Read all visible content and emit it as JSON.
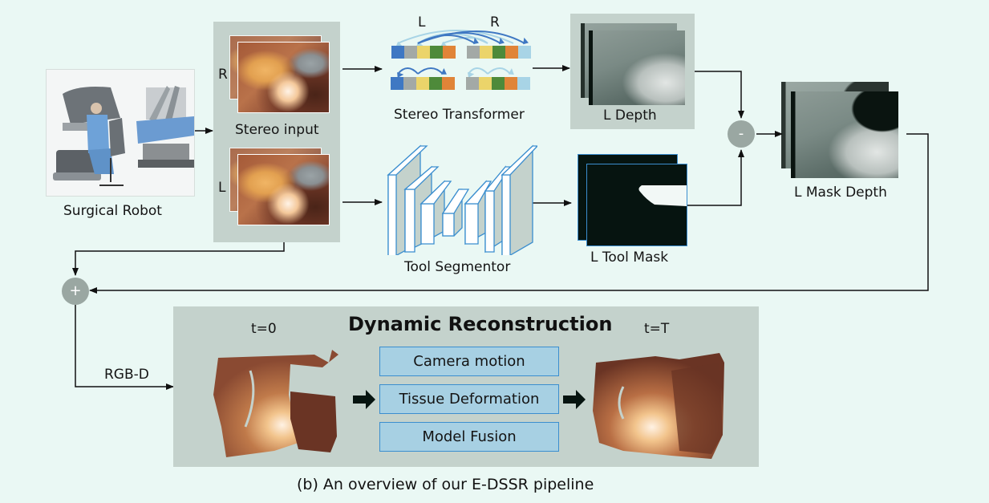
{
  "figure": {
    "caption": "(b) An overview of our E-DSSR pipeline",
    "background_color": "#eaf8f4",
    "panel_color": "#c4d2cc",
    "accent_blue": "#3b8ecf"
  },
  "surgical_robot": {
    "label": "Surgical Robot",
    "image": "surgical-robot-photo"
  },
  "stereo_input": {
    "label": "Stereo input",
    "right_tag": "R",
    "left_tag": "L"
  },
  "stereo_transformer": {
    "label": "Stereo Transformer",
    "left_tag": "L",
    "right_tag": "R",
    "left_tokens": [
      "#3f78c3",
      "#a3a9a6",
      "#ebd46a",
      "#4e8a3a",
      "#e08438"
    ],
    "right_tokens": [
      "#a3a9a6",
      "#ebd46a",
      "#4e8a3a",
      "#e08438",
      "#a8d4e6"
    ],
    "attention_colors": {
      "strong": "#3f78c3",
      "light": "#a8d4e6"
    }
  },
  "l_depth": {
    "label": "L Depth"
  },
  "tool_segmentor": {
    "label": "Tool Segmentor"
  },
  "l_tool_mask": {
    "label": "L Tool Mask"
  },
  "subtract_op": {
    "symbol": "-"
  },
  "l_mask_depth": {
    "label": "L Mask Depth"
  },
  "add_op": {
    "symbol": "+"
  },
  "rgbd": {
    "label": "RGB-D"
  },
  "dynamic_reconstruction": {
    "title": "Dynamic Reconstruction",
    "t_start": "t=0",
    "t_end": "t=T",
    "steps": [
      "Camera motion",
      "Tissue Deformation",
      "Model Fusion"
    ]
  }
}
